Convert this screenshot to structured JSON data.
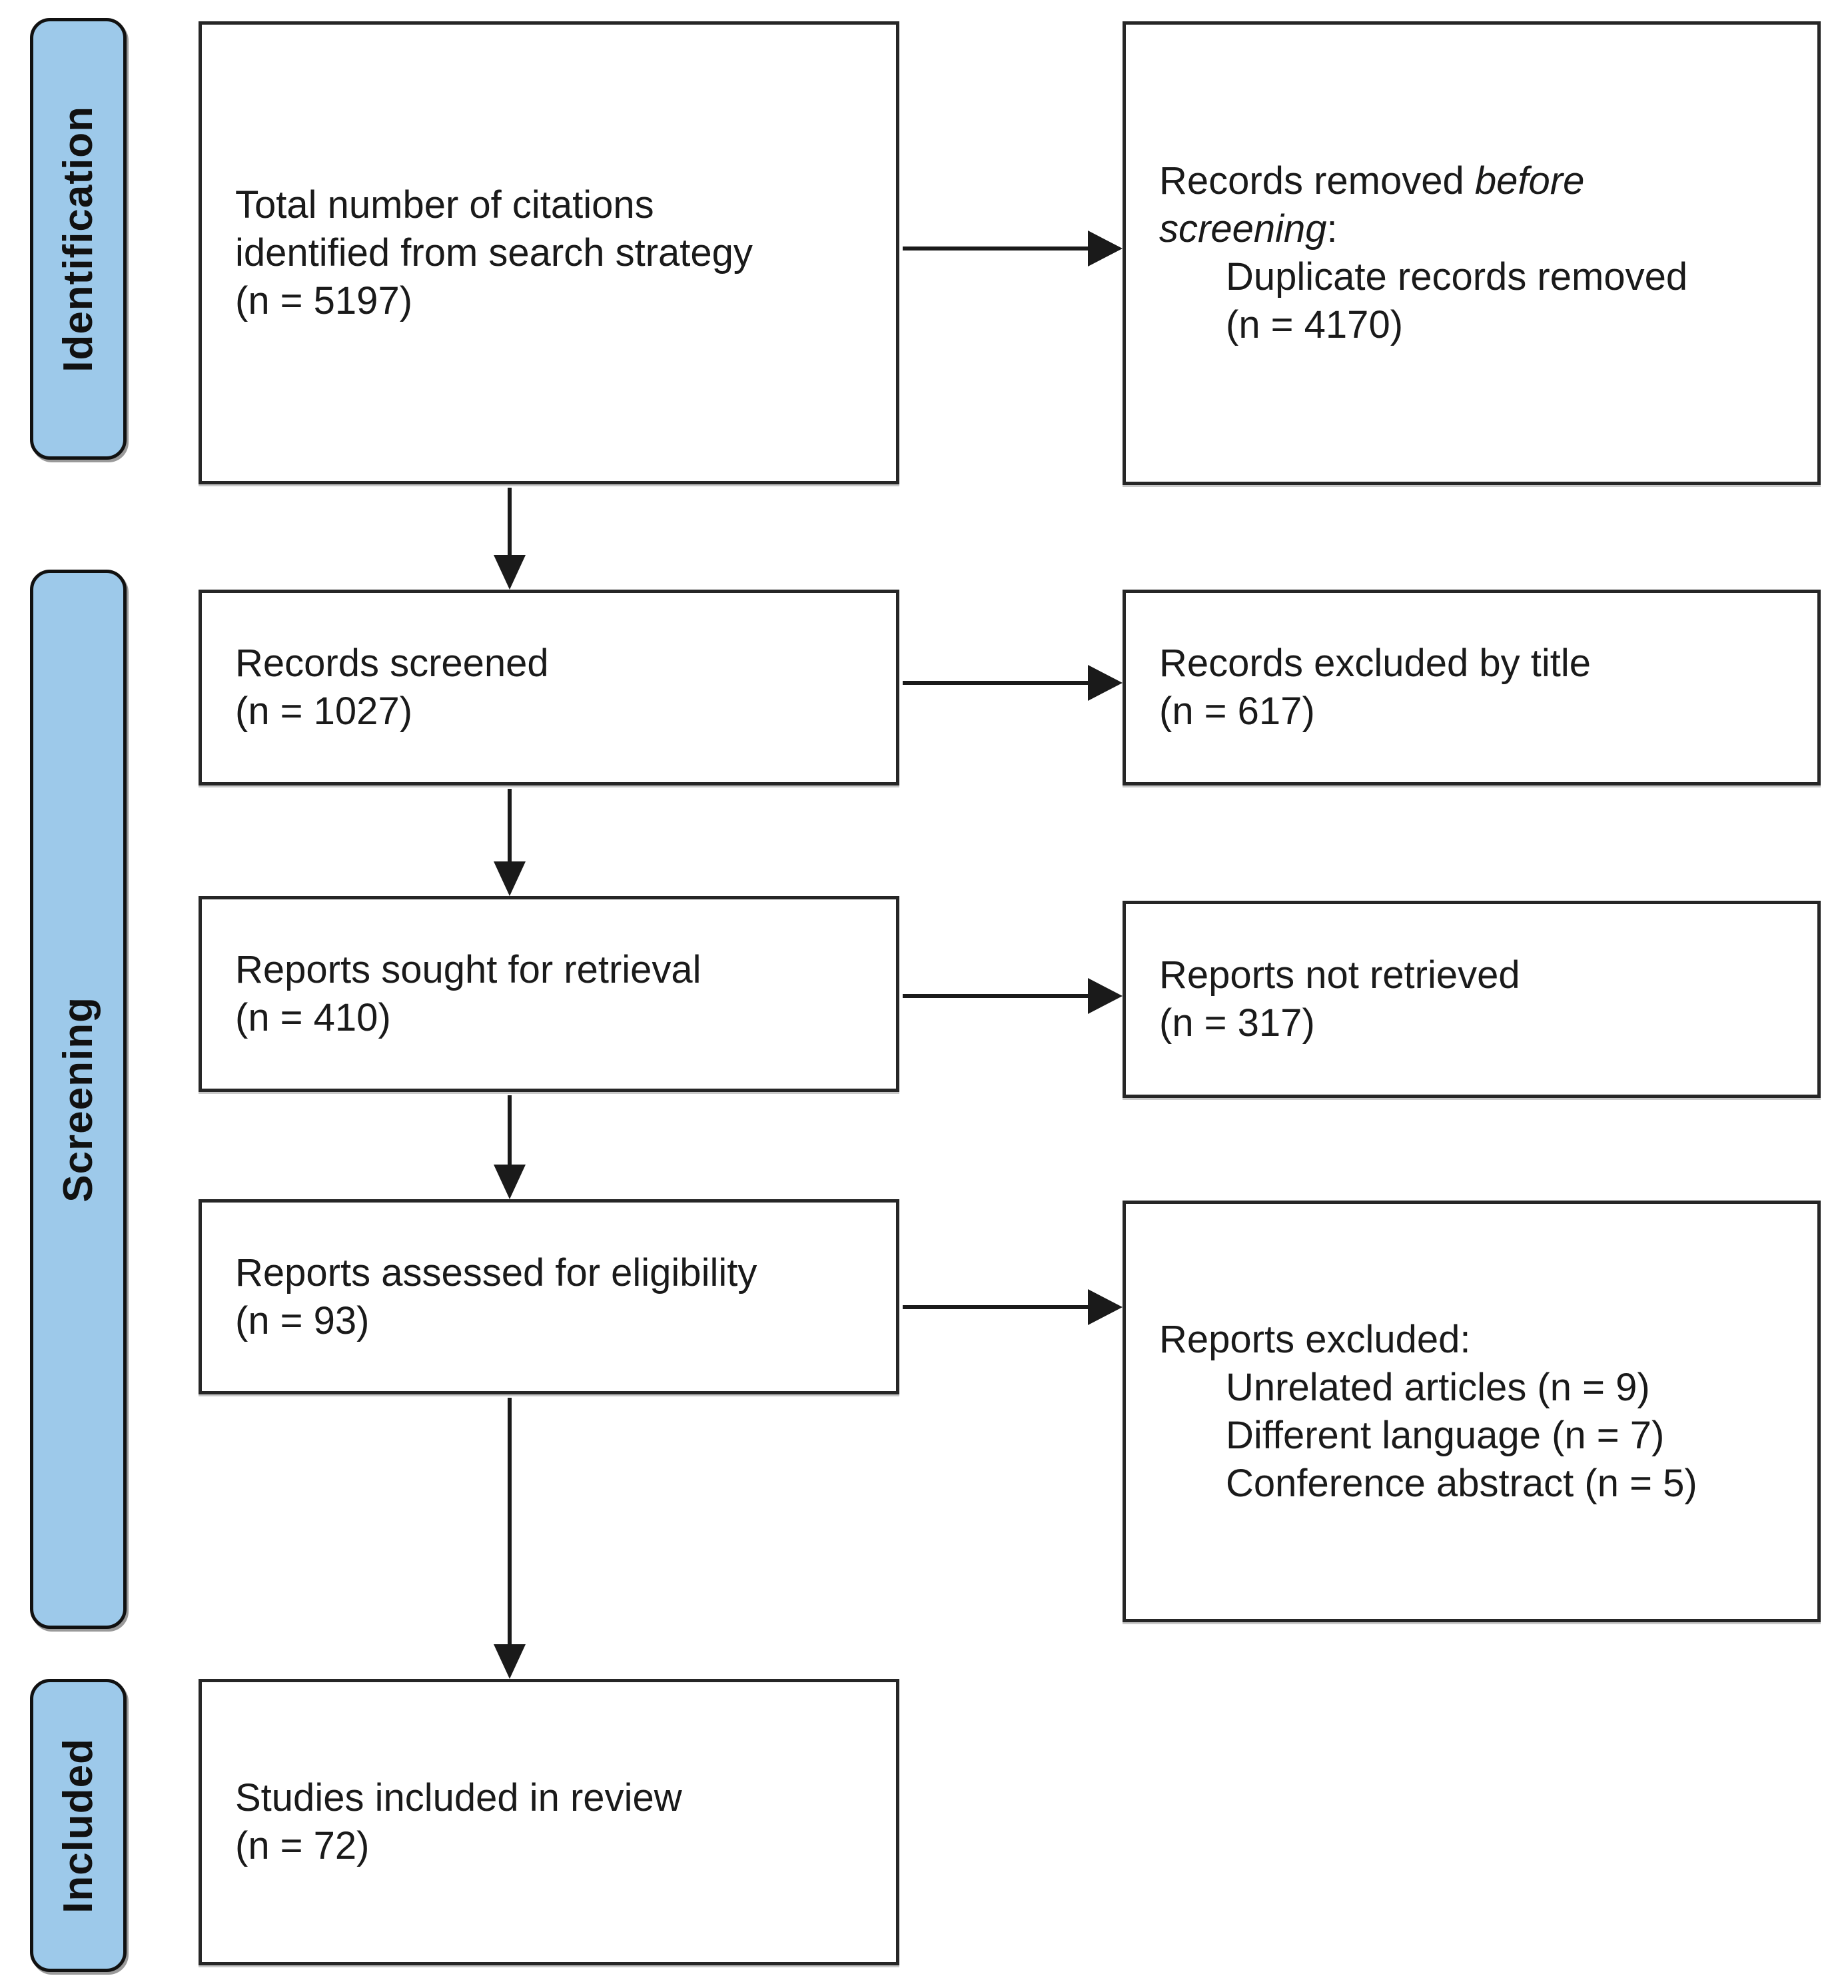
{
  "stages": {
    "identification": "Identification",
    "screening": "Screening",
    "included": "Included"
  },
  "boxes": {
    "citations": {
      "lines": [
        "Total number of citations",
        "identified from search strategy",
        "(n = 5197)"
      ]
    },
    "removed_before_screening": {
      "intro_normal": "Records removed",
      "intro_italic_line1": "before",
      "intro_italic_line2": "screening",
      "intro_colon": ":",
      "items": [
        "Duplicate records removed",
        "(n = 4170)"
      ]
    },
    "screened": {
      "lines": [
        "Records screened",
        "(n = 1027)"
      ]
    },
    "excluded_by_title": {
      "lines": [
        "Records excluded by title",
        "(n = 617)"
      ]
    },
    "sought_for_retrieval": {
      "lines": [
        "Reports sought for retrieval",
        "(n = 410)"
      ]
    },
    "not_retrieved": {
      "lines": [
        "Reports not retrieved",
        "(n = 317)"
      ]
    },
    "assessed_for_eligibility": {
      "lines": [
        "Reports assessed for eligibility",
        "(n = 93)"
      ]
    },
    "reports_excluded": {
      "heading": "Reports excluded:",
      "items": [
        "Unrelated articles (n = 9)",
        "Different language (n = 7)",
        "Conference abstract (n = 5)"
      ]
    },
    "included_in_review": {
      "lines": [
        "Studies included in review",
        "(n = 72)"
      ]
    }
  },
  "colors": {
    "stage_fill": "#9DC9EA",
    "stage_border": "#111111",
    "box_border": "#262626",
    "arrow": "#1a1a1a",
    "background": "#ffffff",
    "text": "#1a1a1a"
  }
}
